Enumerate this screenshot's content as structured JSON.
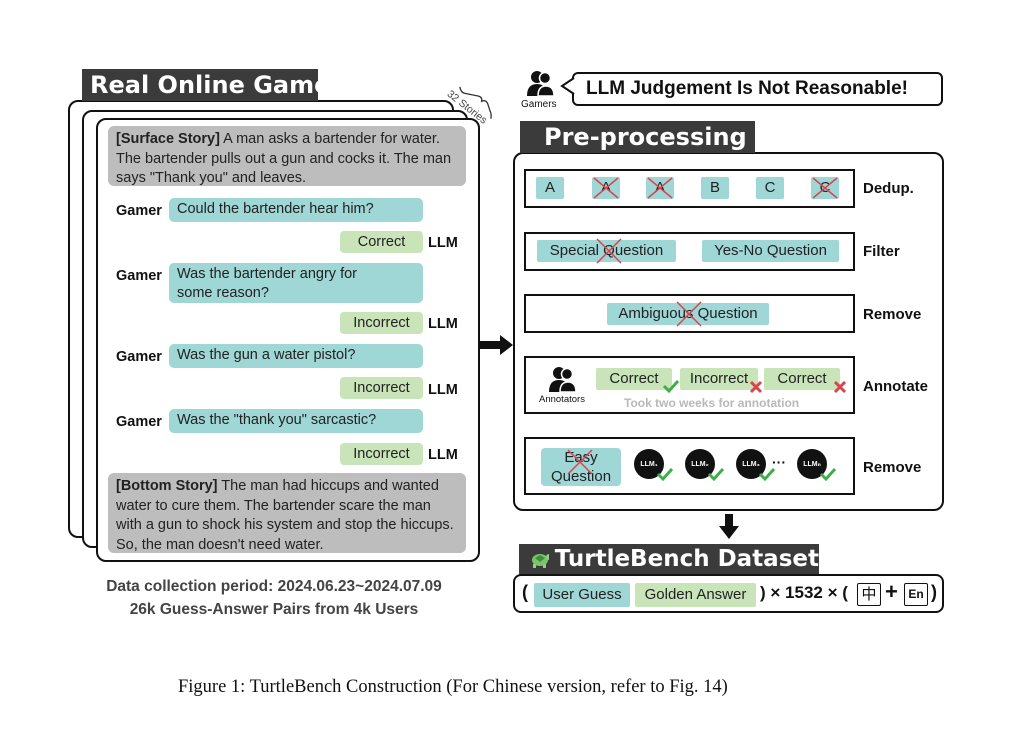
{
  "left_panel": {
    "title": "Real Online Game",
    "stories_note": "32 Stories",
    "surface_story_label": "[Surface Story]",
    "surface_story_text": " A man asks a bartender for water. The bartender pulls out a gun and cocks it. The man says \"Thank you\" and leaves.",
    "gamer_label": "Gamer",
    "llm_label": "LLM",
    "dialogue": [
      {
        "question": "Could the bartender hear him?",
        "answer": "Correct"
      },
      {
        "question": "Was the bartender angry for some reason?",
        "answer": "Incorrect"
      },
      {
        "question": "Was the gun a water pistol?",
        "answer": "Incorrect"
      },
      {
        "question": "Was the \"thank you\" sarcastic?",
        "answer": "Incorrect"
      }
    ],
    "bottom_story_label": "[Bottom Story]",
    "bottom_story_text": " The man had hiccups and wanted water to cure them. The bartender scare the man with a gun to shock his system and stop the hiccups. So, the man doesn't need water.",
    "caption_line1": "Data collection period: 2024.06.23~2024.07.09",
    "caption_line2": "26k Guess-Answer Pairs from 4k Users"
  },
  "right_panel": {
    "gamers_label": "Gamers",
    "complaint": "LLM Judgement Is Not Reasonable!",
    "title": "Pre-processing",
    "rows": [
      {
        "label": "Dedup.",
        "tags": [
          "A",
          "A",
          "A",
          "B",
          "C",
          "C"
        ]
      },
      {
        "label": "Filter",
        "tags": [
          "Special Question",
          "Yes-No Question"
        ]
      },
      {
        "label": "Remove",
        "tags": [
          "Ambiguous Question"
        ]
      },
      {
        "label": "Annotate",
        "annotators_label": "Annotators",
        "tags": [
          "Correct",
          "Incorrect",
          "Correct"
        ],
        "note": "Took two weeks for annotation"
      },
      {
        "label": "Remove",
        "easy_question": "Easy Question",
        "llms": [
          "LLM₁",
          "LLM₂",
          "LLM₃",
          "LLMₙ"
        ],
        "ellipsis": "···"
      }
    ],
    "dataset_title": "TurtleBench Dataset",
    "dataset": {
      "open_paren": "(",
      "user_guess": "User Guess",
      "golden_answer": "Golden Answer",
      "mid_text": ") × 1532 × (",
      "zh": "中",
      "plus": "+",
      "en": "En",
      "close_paren": ")"
    }
  },
  "figure_caption": "Figure 1: TurtleBench Construction (For Chinese version, refer to Fig. 14)",
  "colors": {
    "teal": "#9fd6d6",
    "green": "#c9e4b8",
    "gray": "#bdbdbd",
    "banner": "#3b3b3b",
    "red_x": "#d9454f",
    "check": "#3fae49"
  }
}
